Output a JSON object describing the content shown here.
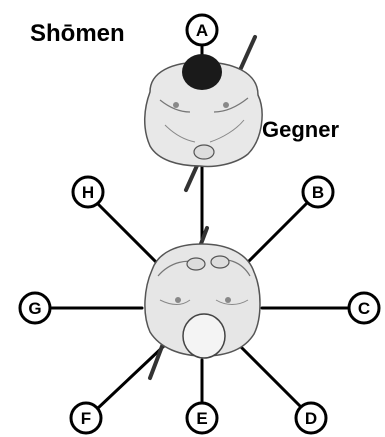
{
  "title_label": "Shōmen",
  "opponent_label": "Gegner",
  "directions": [
    {
      "id": "A",
      "letter": "A"
    },
    {
      "id": "B",
      "letter": "B"
    },
    {
      "id": "C",
      "letter": "C"
    },
    {
      "id": "D",
      "letter": "D"
    },
    {
      "id": "E",
      "letter": "E"
    },
    {
      "id": "F",
      "letter": "F"
    },
    {
      "id": "G",
      "letter": "G"
    },
    {
      "id": "H",
      "letter": "H"
    }
  ],
  "colors": {
    "line": "#000000",
    "figure_fill": "#e8e8e8",
    "head_opponent": "#1a1a1a",
    "head_self": "#f4f4f4"
  }
}
